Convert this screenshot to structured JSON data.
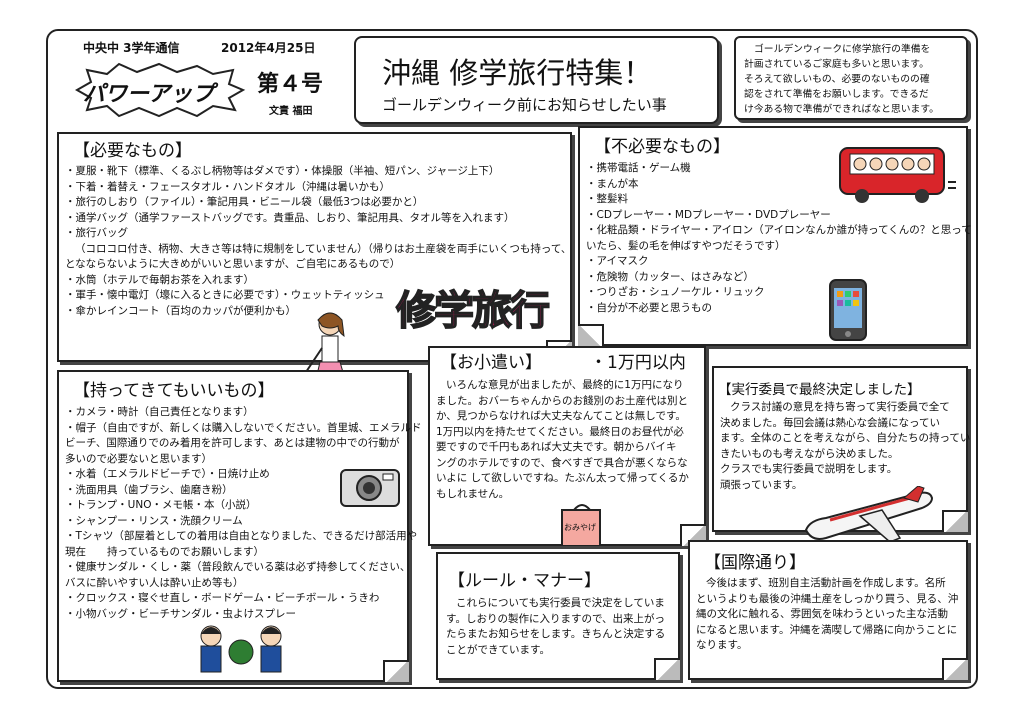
{
  "masthead": {
    "school_issue": "中央中 3学年通信",
    "date": "2012年4月25日",
    "logo_text": "パワーアップ",
    "issue_no": "第４号",
    "author": "文責 福田"
  },
  "banner": {
    "title": "沖縄 修学旅行特集！",
    "subtitle": "ゴールデンウィーク前にお知らせしたい事"
  },
  "notice": {
    "lines": [
      "ゴールデンウィークに修学旅行の準備を",
      "計画されているご家庭も多いと思います。",
      "そろえて欲しいもの、必要のないものの確",
      "認をされて準備をお願いします。できるだ",
      "け今ある物で準備ができればなと思います。"
    ]
  },
  "needed": {
    "title": "【必要なもの】",
    "lines": [
      "・夏服・靴下（標準、くるぶし柄物等はダメです）・体操服（半袖、短パン、ジャージ上下）",
      "・下着・着替え・フェースタオル・ハンドタオル（沖縄は暑いかも）",
      "・旅行のしおり（ファイル）・筆記用具・ビニール袋（最低3つは必要かと）",
      "・通学バッグ（通学ファーストバッグです。貴重品、しおり、筆記用具、タオル等を入れます）",
      "・旅行バッグ",
      "（コロコロ付き、柄物、大きさ等は特に規制をしていません）（帰りはお土産袋を両手にいくつも持って、",
      "となならないように大きめがいいと思いますが、ご自宅にあるもので）",
      "・水筒（ホテルで毎朝お茶を入れます）",
      "・軍手・懐中電灯（壕に入るときに必要です）・ウェットティッシュ",
      "・傘かレインコート（百均のカッパが便利かも）"
    ],
    "art_text": "修学旅行"
  },
  "unneeded": {
    "title": "【不必要なもの】",
    "lines": [
      "・携帯電話・ゲーム機",
      "・まんが本",
      "・整髪料",
      "・CDプレーヤー・MDプレーヤー・DVDプレーヤー",
      "・化粧品類・ドライヤー・アイロン（アイロンなんか誰が持ってくんの？と思って",
      "いたら、髪の毛を伸ばすやつだそうです）",
      "・アイマスク",
      "・危険物（カッター、はさみなど）",
      "・つりざお・シュノーケル・リュック",
      "・自分が不必要と思うもの"
    ]
  },
  "optional": {
    "title": "【持ってきてもいいもの】",
    "lines": [
      "・カメラ・時計（自己責任となります）",
      "・帽子（自由ですが、新しくは購入しないでください。首里城、エメラルド",
      "ビーチ、国際通りでのみ着用を許可します、あとは建物の中での行動が",
      "多いので必要ないと思います）",
      "・水着（エメラルドビーチで）・日焼け止め",
      "・洗面用具（歯ブラシ、歯磨き粉）",
      "・トランプ・UNO・メモ帳・本（小説）",
      "・シャンプー・リンス・洗顔クリーム",
      "・Tシャツ（部屋着としての着用は自由となりました、できるだけ部活用や",
      "現在　　持っているものでお願いします）",
      "・健康サンダル・くし・薬（普段飲んでいる薬は必ず持参してください、",
      "バスに酔いやすい人は酔い止め等も）",
      "・クロックス・寝ぐせ直し・ボードゲーム・ビーチボール・うきわ",
      "・小物バッグ・ビーチサンダル・虫よけスプレー"
    ]
  },
  "allowance": {
    "title": "【お小遣い】",
    "amount": "・1万円以内",
    "lines": [
      "いろんな意見が出ましたが、最終的に1万円になり",
      "ました。おバーちゃんからのお餞別のお土産代は別と",
      "か、見つからなければ大丈夫なんてことは無しです。",
      "1万円以内を持たせてください。最終日のお昼代が必",
      "要ですので千円もあれば大丈夫です。朝からバイキ",
      "ングのホテルですので、食べすぎで具合が悪くならな",
      "いよに して欲しいですね。たぶん太って帰ってくるか",
      "もしれません。"
    ],
    "bag_text": "おみやげ"
  },
  "committee": {
    "title": "【実行委員で最終決定しました】",
    "lines": [
      "クラス討議の意見を持ち寄って実行委員で全て",
      "決めました。毎回会議は熱心な会議になってい",
      "ます。全体のことを考えながら、自分たちの持ってい",
      "きたいものも考えながら決めました。",
      "クラスでも実行委員で説明をします。",
      "頑張っています。"
    ]
  },
  "rules": {
    "title": "【ルール・マナー】",
    "lines": [
      "これらについても実行委員で決定をしていま",
      "す。しおりの製作に入りますので、出来上がっ",
      "たらまたお知らせをします。きちんと決定する",
      "ことができています。"
    ]
  },
  "kokusai": {
    "title": "【国際通り】",
    "lines": [
      "今後はまず、班別自主活動計画を作成します。名所",
      "というよりも最後の沖縄土産をしっかり買う、見る、沖",
      "縄の文化に触れる、雰囲気を味わうといった主な活動",
      "になると思います。沖縄を満喫して帰路に向かうことに",
      "なります。"
    ]
  },
  "colors": {
    "bus": "#d9252a",
    "suitcase": "#c0392b",
    "art_text": "#c2185b",
    "plane_stripe": "#d32f2f",
    "skirt": "#f48fb1"
  }
}
